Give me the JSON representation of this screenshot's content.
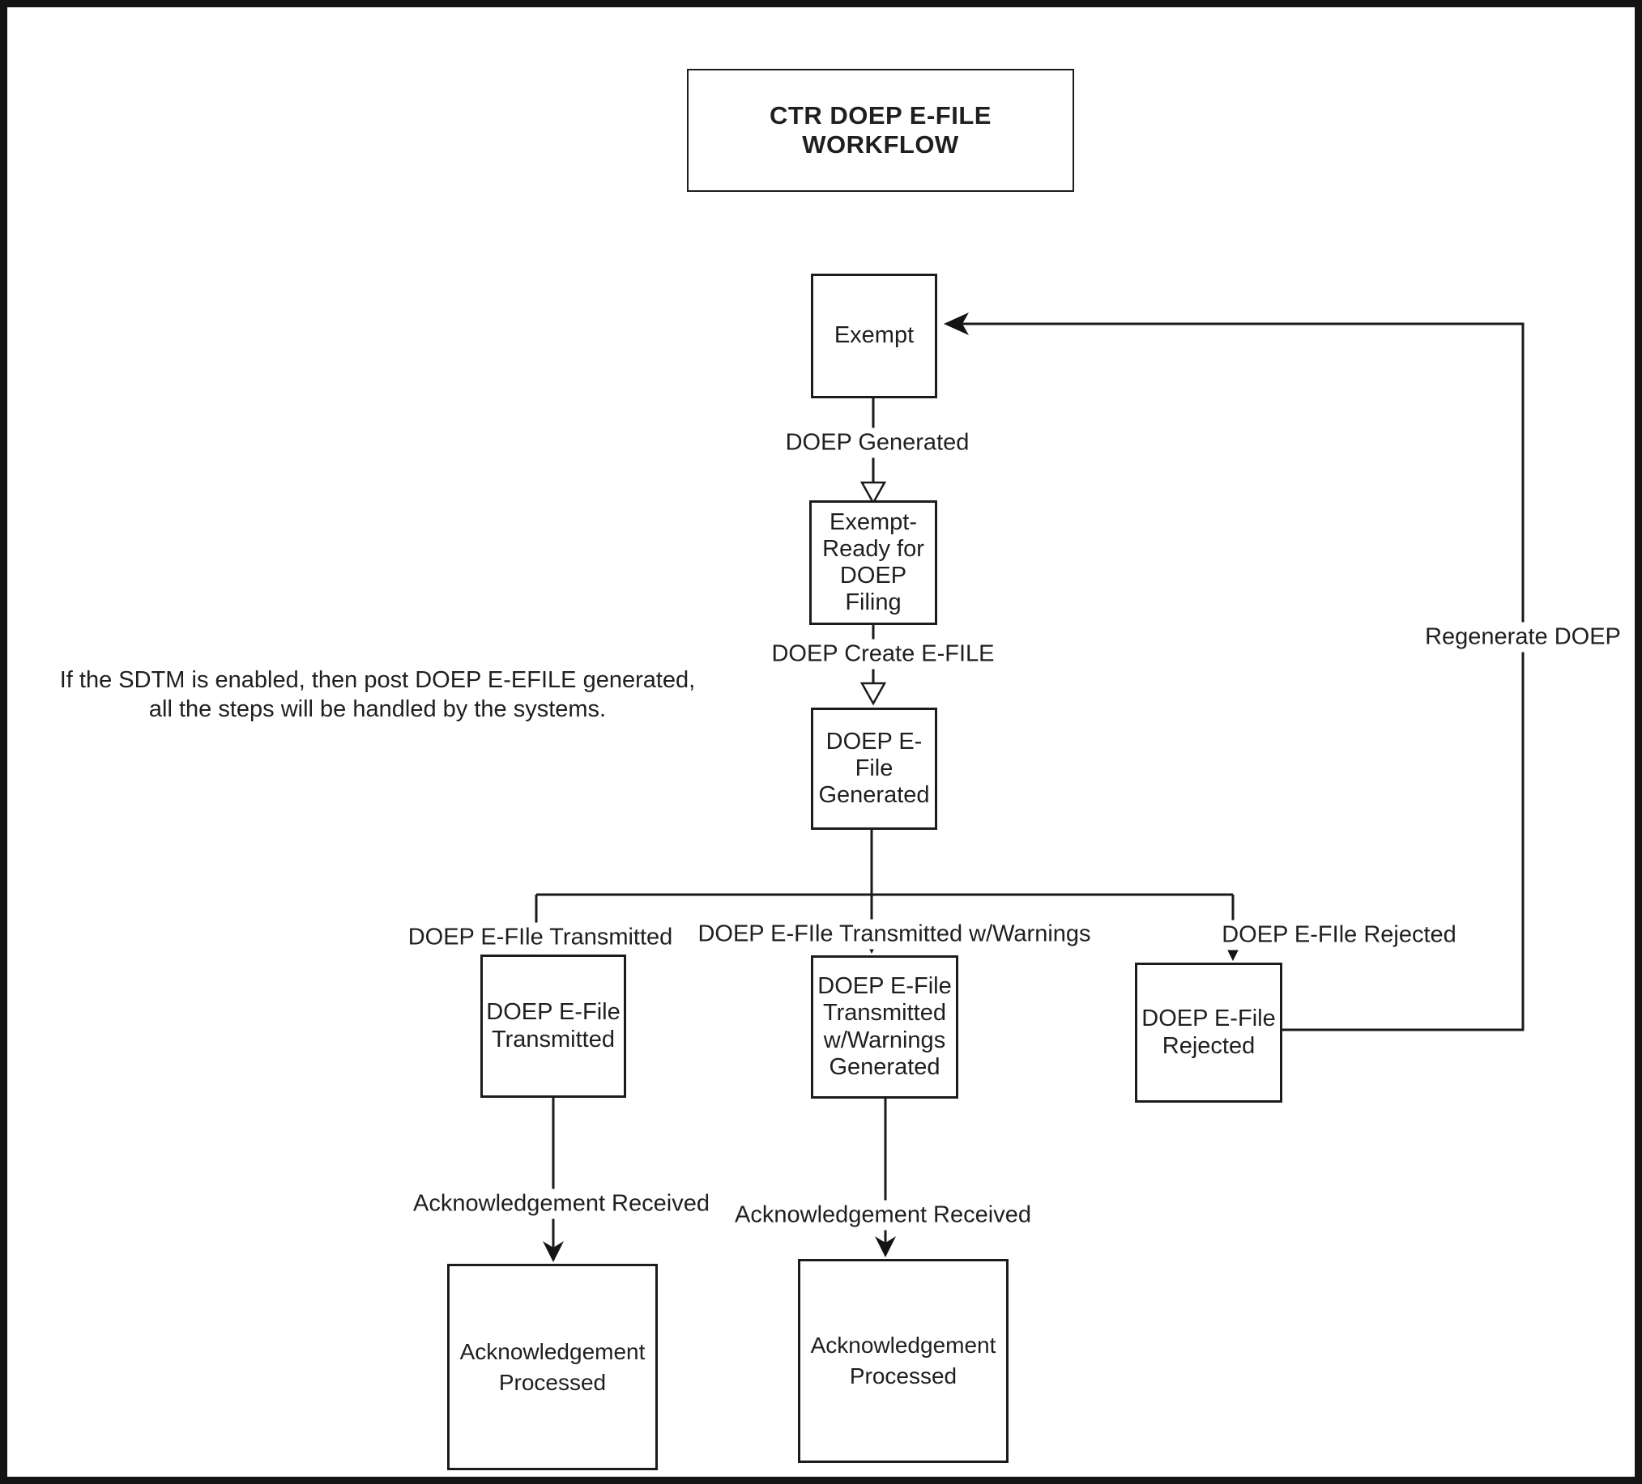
{
  "diagram": {
    "title": "CTR DOEP E-FILE WORKFLOW",
    "note": "If the SDTM is enabled, then post DOEP E-EFILE generated,\nall the steps will be handled by the systems.",
    "nodes": {
      "exempt": {
        "label": "Exempt"
      },
      "exempt_ready": {
        "label": "Exempt-\nReady for\nDOEP\nFiling"
      },
      "efile_generated": {
        "label": "DOEP E-\nFile\nGenerated"
      },
      "transmitted": {
        "label": "DOEP E-File\nTransmitted"
      },
      "transmitted_warnings": {
        "label": "DOEP E-File\nTransmitted\nw/Warnings\nGenerated"
      },
      "rejected": {
        "label": "DOEP E-File\nRejected"
      },
      "ack_processed_left": {
        "label": "Acknowledgement\nProcessed"
      },
      "ack_processed_right": {
        "label": "Acknowledgement\nProcessed"
      }
    },
    "edges": {
      "doep_generated": {
        "label": "DOEP Generated"
      },
      "doep_create_efile": {
        "label": "DOEP Create E-FILE"
      },
      "efile_transmitted": {
        "label": "DOEP E-FIle Transmitted"
      },
      "efile_transmitted_warnings": {
        "label": "DOEP E-FIle Transmitted w/Warnings"
      },
      "efile_rejected": {
        "label": "DOEP E-FIle Rejected"
      },
      "ack_received_left": {
        "label": "Acknowledgement Received"
      },
      "ack_received_right": {
        "label": "Acknowledgement Received"
      },
      "regenerate_doep": {
        "label": "Regenerate DOEP"
      }
    },
    "colors": {
      "line": "#1a1a1a",
      "text": "#1f1f1f",
      "background": "#ffffff",
      "frame": "#141414"
    }
  }
}
